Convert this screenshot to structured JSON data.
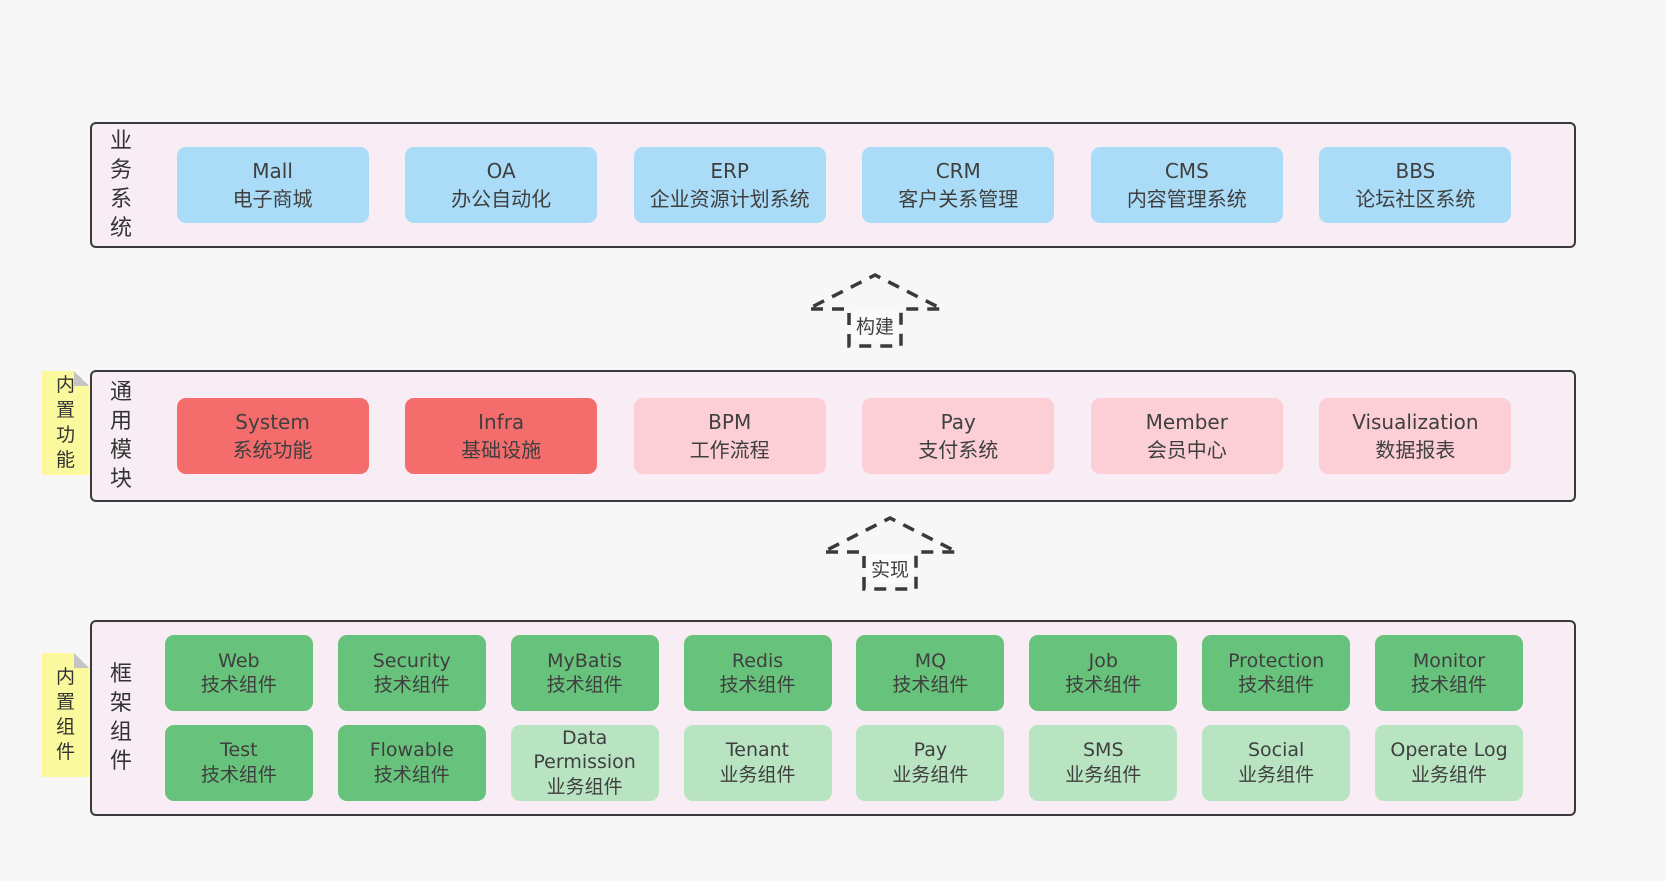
{
  "colors": {
    "page_bg": "#f7f7f7",
    "container_bg": "#f8edf5",
    "container_border": "#3a3a3a",
    "blue": "#aadcf7",
    "red": "#f56c6c",
    "pink": "#fccfd6",
    "green": "#67c27b",
    "light_green": "#b9e4c2",
    "note_yellow": "#fbf99e",
    "text": "#3f3f3f"
  },
  "arrows": [
    {
      "label": "构建"
    },
    {
      "label": "实现"
    }
  ],
  "layers": [
    {
      "label": "业务系统",
      "boxes": [
        {
          "title": "Mall",
          "subtitle": "电子商城"
        },
        {
          "title": "OA",
          "subtitle": "办公自动化"
        },
        {
          "title": "ERP",
          "subtitle": "企业资源计划系统"
        },
        {
          "title": "CRM",
          "subtitle": "客户关系管理"
        },
        {
          "title": "CMS",
          "subtitle": "内容管理系统"
        },
        {
          "title": "BBS",
          "subtitle": "论坛社区系统"
        }
      ]
    },
    {
      "label": "通用模块",
      "note": "内置功能",
      "boxes": [
        {
          "title": "System",
          "subtitle": "系统功能"
        },
        {
          "title": "Infra",
          "subtitle": "基础设施"
        },
        {
          "title": "BPM",
          "subtitle": "工作流程"
        },
        {
          "title": "Pay",
          "subtitle": "支付系统"
        },
        {
          "title": "Member",
          "subtitle": "会员中心"
        },
        {
          "title": "Visualization",
          "subtitle": "数据报表"
        }
      ]
    },
    {
      "label": "框架组件",
      "note": "内置组件",
      "rows": [
        [
          {
            "title": "Web",
            "subtitle": "技术组件"
          },
          {
            "title": "Security",
            "subtitle": "技术组件"
          },
          {
            "title": "MyBatis",
            "subtitle": "技术组件"
          },
          {
            "title": "Redis",
            "subtitle": "技术组件"
          },
          {
            "title": "MQ",
            "subtitle": "技术组件"
          },
          {
            "title": "Job",
            "subtitle": "技术组件"
          },
          {
            "title": "Protection",
            "subtitle": "技术组件"
          },
          {
            "title": "Monitor",
            "subtitle": "技术组件"
          }
        ],
        [
          {
            "title": "Test",
            "subtitle": "技术组件"
          },
          {
            "title": "Flowable",
            "subtitle": "技术组件"
          },
          {
            "title": "Data Permission",
            "subtitle": "业务组件"
          },
          {
            "title": "Tenant",
            "subtitle": "业务组件"
          },
          {
            "title": "Pay",
            "subtitle": "业务组件"
          },
          {
            "title": "SMS",
            "subtitle": "业务组件"
          },
          {
            "title": "Social",
            "subtitle": "业务组件"
          },
          {
            "title": "Operate Log",
            "subtitle": "业务组件"
          }
        ]
      ]
    }
  ]
}
